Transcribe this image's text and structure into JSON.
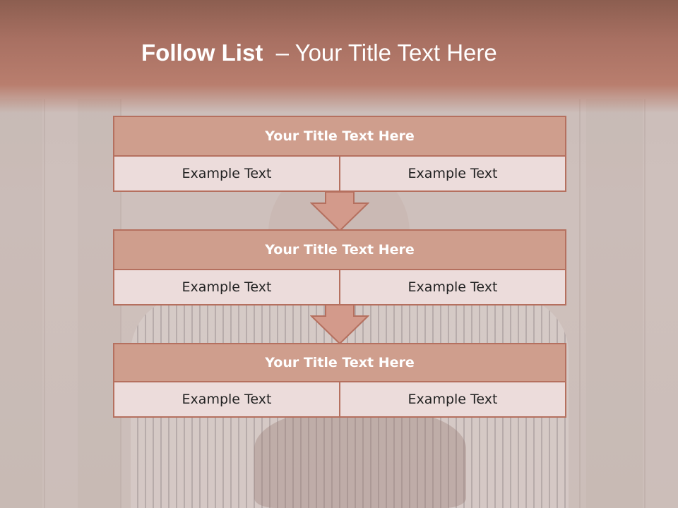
{
  "title": {
    "bold": "Follow List",
    "rest": "– Your Title Text Here"
  },
  "blocks": [
    {
      "title": "Your Title Text Here",
      "left": "Example Text",
      "right": "Example Text"
    },
    {
      "title": "Your Title Text Here",
      "left": "Example Text",
      "right": "Example Text"
    },
    {
      "title": "Your Title Text Here",
      "left": "Example Text",
      "right": "Example Text"
    }
  ],
  "colors": {
    "title_band": "#a87062",
    "block_title_fill": "#cf9e8d",
    "block_border": "#b5705f",
    "cell_fill": "#ecdcdb",
    "arrow_fill": "#d39a8b"
  }
}
